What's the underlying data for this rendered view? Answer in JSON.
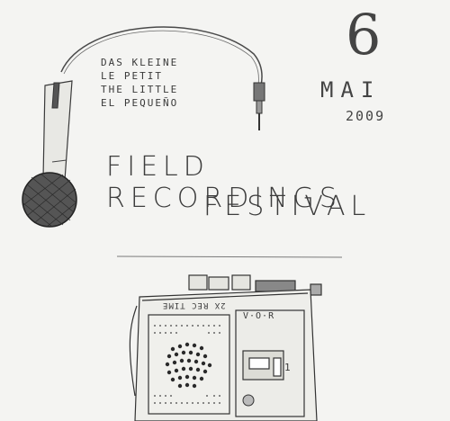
{
  "languages": [
    "DAS KLEINE",
    "LE PETIT",
    "THE LITTLE",
    "EL PEQUEÑO"
  ],
  "date": {
    "day": "6",
    "month": "MAI",
    "year": "2009"
  },
  "title": {
    "line1": "FIELD RECORDINGS",
    "line2": "FESTIVAL"
  },
  "recorder": {
    "speed_label": "2X REC TIME",
    "vor_label": "V·O·R",
    "counter": "1"
  },
  "colors": {
    "pencil": "#3a3a3a",
    "paper": "#f4f4f2"
  }
}
